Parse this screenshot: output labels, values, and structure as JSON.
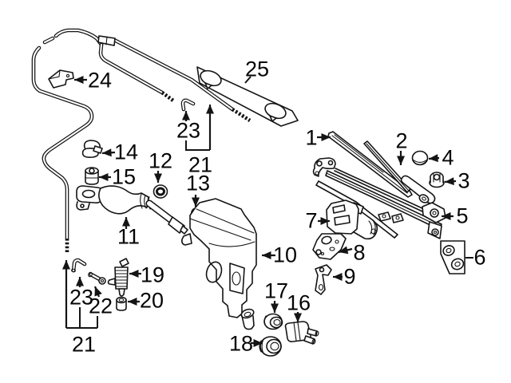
{
  "figure": {
    "background_color": "#ffffff",
    "line_color": "#141414",
    "label_color": "#050505",
    "callouts": [
      {
        "id": "callout-1",
        "label": "1"
      },
      {
        "id": "callout-2",
        "label": "2"
      },
      {
        "id": "callout-3",
        "label": "3"
      },
      {
        "id": "callout-4",
        "label": "4"
      },
      {
        "id": "callout-5",
        "label": "5"
      },
      {
        "id": "callout-6",
        "label": "6"
      },
      {
        "id": "callout-7",
        "label": "7"
      },
      {
        "id": "callout-8",
        "label": "8"
      },
      {
        "id": "callout-9",
        "label": "9"
      },
      {
        "id": "callout-10",
        "label": "10"
      },
      {
        "id": "callout-11",
        "label": "11"
      },
      {
        "id": "callout-12",
        "label": "12"
      },
      {
        "id": "callout-13",
        "label": "13"
      },
      {
        "id": "callout-14",
        "label": "14"
      },
      {
        "id": "callout-15",
        "label": "15"
      },
      {
        "id": "callout-16",
        "label": "16"
      },
      {
        "id": "callout-17",
        "label": "17"
      },
      {
        "id": "callout-18",
        "label": "18"
      },
      {
        "id": "callout-19",
        "label": "19"
      },
      {
        "id": "callout-20",
        "label": "20"
      },
      {
        "id": "callout-21-top",
        "label": "21"
      },
      {
        "id": "callout-21-bottom",
        "label": "21"
      },
      {
        "id": "callout-22",
        "label": "22"
      },
      {
        "id": "callout-23-top",
        "label": "23"
      },
      {
        "id": "callout-23-bottom",
        "label": "23"
      },
      {
        "id": "callout-24",
        "label": "24"
      },
      {
        "id": "callout-25",
        "label": "25"
      }
    ]
  }
}
